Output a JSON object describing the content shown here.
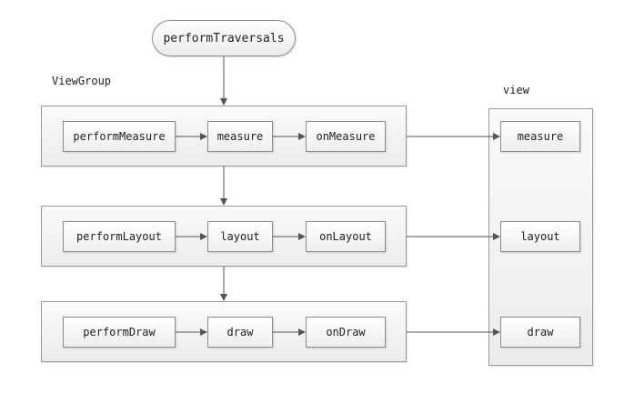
{
  "start_node": "performTraversals",
  "viewgroup": {
    "label": "ViewGroup",
    "rows": [
      {
        "stage": "performMeasure",
        "method": "measure",
        "callback": "onMeasure"
      },
      {
        "stage": "performLayout",
        "method": "layout",
        "callback": "onLayout"
      },
      {
        "stage": "performDraw",
        "method": "draw",
        "callback": "onDraw"
      }
    ]
  },
  "view": {
    "label": "view",
    "items": [
      "measure",
      "layout",
      "draw"
    ]
  },
  "colors": {
    "line": "#555555",
    "border": "#8c8c8c"
  }
}
